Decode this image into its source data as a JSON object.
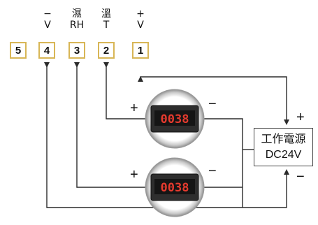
{
  "terminals": [
    {
      "number": "5",
      "sign": "",
      "label": ""
    },
    {
      "number": "4",
      "sign": "−",
      "label": "V"
    },
    {
      "number": "3",
      "sign": "濕",
      "label": "RH"
    },
    {
      "number": "2",
      "sign": "溫",
      "label": "T"
    },
    {
      "number": "1",
      "sign": "+",
      "label": "V"
    }
  ],
  "meter_top": {
    "reading": "0038",
    "plus": "+",
    "minus": "−"
  },
  "meter_bottom": {
    "reading": "0038",
    "plus": "+",
    "minus": "−"
  },
  "power_supply": {
    "line1": "工作電源",
    "line2": "DC24V",
    "plus": "+",
    "minus": "−"
  },
  "colors": {
    "terminal_border": "#d8b656",
    "wire": "#2b2b2b",
    "meter_display": "#e43a2e"
  }
}
